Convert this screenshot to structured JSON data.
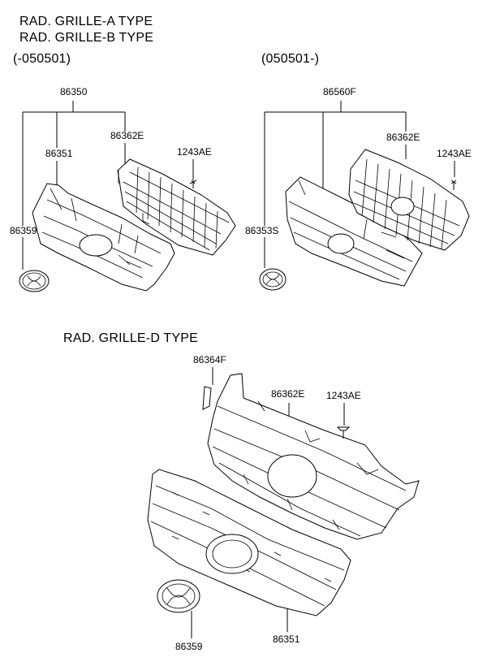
{
  "headers": {
    "grille_a": "RAD. GRILLE-A TYPE",
    "grille_b": "RAD. GRILLE-B TYPE",
    "range_before": "(-050501)",
    "range_after": "(050501-)",
    "grille_d": "RAD. GRILLE-D TYPE"
  },
  "left_group": {
    "p86350": "86350",
    "p86351": "86351",
    "p86362e": "86362E",
    "p1243ae": "1243AE",
    "p86359": "86359"
  },
  "right_group": {
    "p86560f": "86560F",
    "p86362e": "86362E",
    "p1243ae": "1243AE",
    "p86353s": "86353S"
  },
  "bottom_group": {
    "p86364f": "86364F",
    "p86362e": "86362E",
    "p1243ae": "1243AE",
    "p86359": "86359",
    "p86351": "86351"
  }
}
